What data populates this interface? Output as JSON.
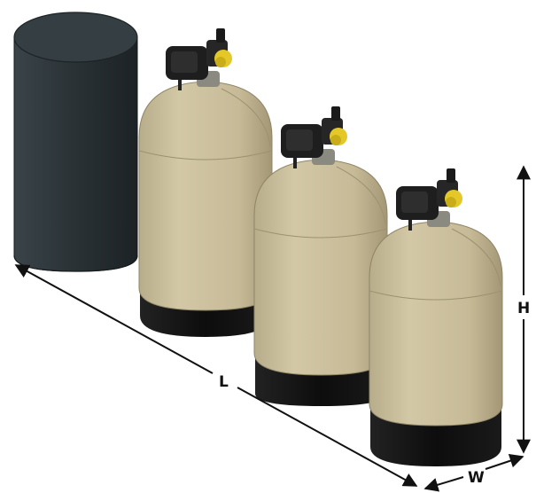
{
  "dimensions": {
    "length_label": "L",
    "width_label": "W",
    "height_label": "H"
  },
  "colors": {
    "brine_tank": "#2a3236",
    "brine_tank_lid": "#353e42",
    "tank_body": "#cbbf9c",
    "tank_shadow": "#a99d7c",
    "tank_base": "#121212",
    "control_valve": "#1e1e1e",
    "valve_fitting": "#e4c82a",
    "dimension_line": "#111111"
  },
  "components": [
    {
      "name": "brine-tank",
      "icon": "cylinder-tank-icon"
    },
    {
      "name": "softener-tank-1",
      "icon": "pressure-vessel-icon"
    },
    {
      "name": "softener-tank-2",
      "icon": "pressure-vessel-icon"
    },
    {
      "name": "softener-tank-3",
      "icon": "pressure-vessel-icon"
    }
  ]
}
